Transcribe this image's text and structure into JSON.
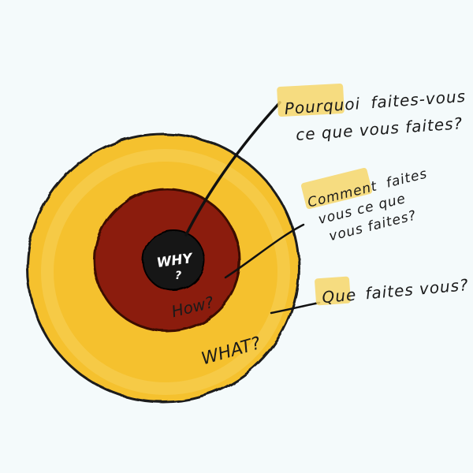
{
  "colors": {
    "background": "#f4fafb",
    "outer_ring": "#f5c12e",
    "middle_ring": "#8b1a0c",
    "inner_core": "#151515",
    "highlight": "#f6d66a",
    "ink": "#1a1a1a"
  },
  "rings": {
    "inner_label": "WHY",
    "inner_mark": "?",
    "middle_label": "How?",
    "outer_label": "WHAT?"
  },
  "notes": {
    "why_line1_highlight": "Pourquoi",
    "why_line1_rest": "faites-vous",
    "why_line2": "ce que vous faites?",
    "how_line1_highlight": "Comment",
    "how_line1_rest": "faites",
    "how_line2": "vous ce que",
    "how_line3": "vous faites?",
    "what_line1_highlight": "Que",
    "what_line1_rest": "faites vous?"
  }
}
